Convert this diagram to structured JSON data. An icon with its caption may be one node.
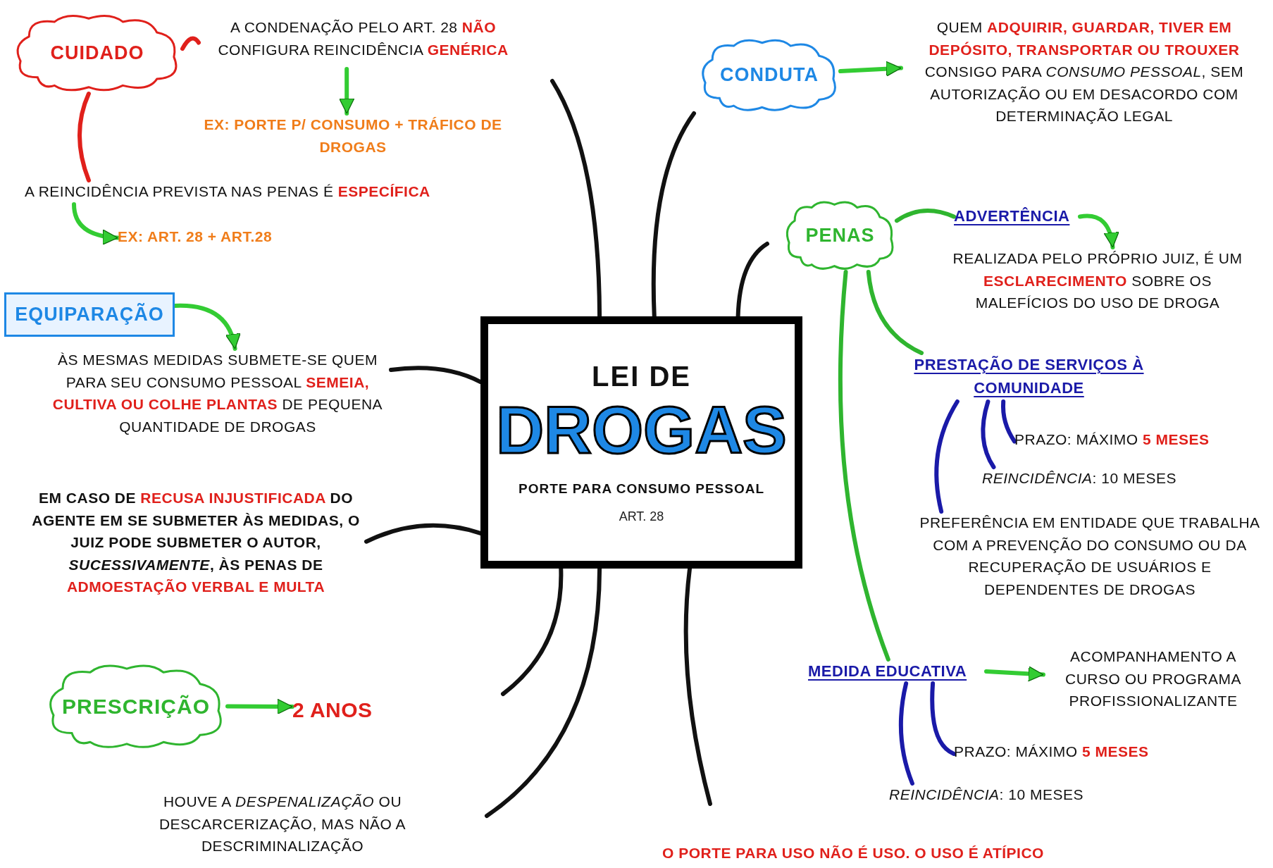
{
  "diagram": {
    "nodes": [
      {
        "text": [
          "LEI DE",
          "DROGAS",
          "PORTE PARA CONSUMO PESSOAL",
          "ART. 28"
        ]
      },
      {
        "text": [
          "CUIDADO"
        ]
      },
      {
        "text": [
          "A CONDENAÇÃO PELO ART. 28 **NÃO** CONFIGURA REINCIDÊNCIA **GENÉRICA**"
        ]
      },
      {
        "text": [
          "EX: PORTE P/ CONSUMO + TRÁFICO DE DROGAS"
        ]
      },
      {
        "text": [
          "A REINCIDÊNCIA PREVISTA NAS PENAS É **ESPECÍFICA**"
        ]
      },
      {
        "text": [
          "EX: ART. 28 + ART.28"
        ]
      },
      {
        "text": [
          "EQUIPARAÇÃO"
        ]
      },
      {
        "text": [
          "ÀS MESMAS MEDIDAS SUBMETE-SE QUEM PARA SEU CONSUMO PESSOAL **SEMEIA, CULTIVA OU COLHE PLANTAS** DE PEQUENA QUANTIDADE DE DROGAS"
        ]
      },
      {
        "text": [
          "EM CASO DE **RECUSA INJUSTIFICADA** DO AGENTE EM SE SUBMETER ÀS MEDIDAS, O JUIZ PODE SUBMETER O AUTOR, *SUCESSIVAMENTE*, ÀS PENAS DE **ADMOESTAÇÃO VERBAL E MULTA**"
        ]
      },
      {
        "text": [
          "PRESCRIÇÃO"
        ]
      },
      {
        "text": [
          "2 ANOS"
        ]
      },
      {
        "text": [
          "HOUVE A *DESPENALIZAÇÃO* OU DESCARCERIZAÇÃO, MAS NÃO A DESCRIMINALIZAÇÃO"
        ]
      },
      {
        "text": [
          "CONDUTA"
        ]
      },
      {
        "text": [
          "QUEM **ADQUIRIR, GUARDAR, TIVER EM DEPÓSITO, TRANSPORTAR OU TROUXER** CONSIGO PARA *CONSUMO PESSOAL*, SEM AUTORIZAÇÃO OU EM DESACORDO COM DETERMINAÇÃO LEGAL"
        ]
      },
      {
        "text": [
          "PENAS"
        ]
      },
      {
        "text": [
          "ADVERTÊNCIA"
        ]
      },
      {
        "text": [
          "REALIZADA PELO PRÓPRIO JUIZ, É UM **ESCLARECIMENTO** SOBRE OS MALEFÍCIOS DO USO DE DROGA"
        ]
      },
      {
        "text": [
          "PRESTAÇÃO DE SERVIÇOS À COMUNIDADE"
        ]
      },
      {
        "text": [
          "PRAZO: MÁXIMO **5 MESES**"
        ]
      },
      {
        "text": [
          "*REINCIDÊNCIA*: 10 MESES"
        ]
      },
      {
        "text": [
          "PREFERÊNCIA EM ENTIDADE QUE TRABALHA COM A PREVENÇÃO DO CONSUMO OU DA RECUPERAÇÃO DE USUÁRIOS E DEPENDENTES DE DROGAS"
        ]
      },
      {
        "text": [
          "MEDIDA EDUCATIVA"
        ]
      },
      {
        "text": [
          "ACOMPANHAMENTO A CURSO OU PROGRAMA PROFISSIONALIZANTE"
        ]
      },
      {
        "text": [
          "PRAZO: MÁXIMO **5 MESES**"
        ]
      },
      {
        "text": [
          "*REINCIDÊNCIA*: 10 MESES"
        ]
      },
      {
        "text": [
          "O PORTE PARA USO NÃO É USO. O USO É ATÍPICO"
        ]
      }
    ],
    "edges": [
      {
        "from": 0,
        "to": null,
        "arrow": "none"
      },
      {
        "from": 0,
        "to": null,
        "arrow": "none"
      },
      {
        "from": 0,
        "to": null,
        "arrow": "none"
      },
      {
        "from": 0,
        "to": 7,
        "arrow": "none"
      },
      {
        "from": 0,
        "to": 8,
        "arrow": "none"
      },
      {
        "from": 0,
        "to": null,
        "arrow": "none"
      },
      {
        "from": 0,
        "to": null,
        "arrow": "none"
      },
      {
        "from": 0,
        "to": null,
        "arrow": "none"
      },
      {
        "from": 1,
        "to": 2,
        "arrow": "none",
        "color": "#e0201b"
      },
      {
        "from": 1,
        "to": 4,
        "arrow": "none",
        "color": "#e0201b"
      },
      {
        "from": 2,
        "to": 3,
        "arrow": "to",
        "color": "#33cc33"
      },
      {
        "from": 4,
        "to": 5,
        "arrow": "to",
        "color": "#33cc33"
      },
      {
        "from": 6,
        "to": 7,
        "arrow": "to",
        "color": "#33cc33"
      },
      {
        "from": 9,
        "to": 10,
        "arrow": "to",
        "color": "#33cc33"
      },
      {
        "from": 12,
        "to": 13,
        "arrow": "to",
        "color": "#33cc33"
      },
      {
        "from": 14,
        "to": 15,
        "arrow": "none",
        "color": "#2fb52f"
      },
      {
        "from": 15,
        "to": 16,
        "arrow": "to",
        "color": "#33cc33"
      },
      {
        "from": 14,
        "to": 17,
        "arrow": "none",
        "color": "#2fb52f"
      },
      {
        "from": 14,
        "to": 21,
        "arrow": "none",
        "color": "#2fb52f"
      },
      {
        "from": 17,
        "to": 18,
        "arrow": "none",
        "color": "#1a1aa8"
      },
      {
        "from": 17,
        "to": 19,
        "arrow": "none",
        "color": "#1a1aa8"
      },
      {
        "from": 17,
        "to": 20,
        "arrow": "none",
        "color": "#1a1aa8"
      },
      {
        "from": 21,
        "to": 22,
        "arrow": "to",
        "color": "#33cc33"
      },
      {
        "from": 21,
        "to": 23,
        "arrow": "none",
        "color": "#1a1aa8"
      },
      {
        "from": 21,
        "to": 24,
        "arrow": "none",
        "color": "#1a1aa8"
      }
    ]
  }
}
